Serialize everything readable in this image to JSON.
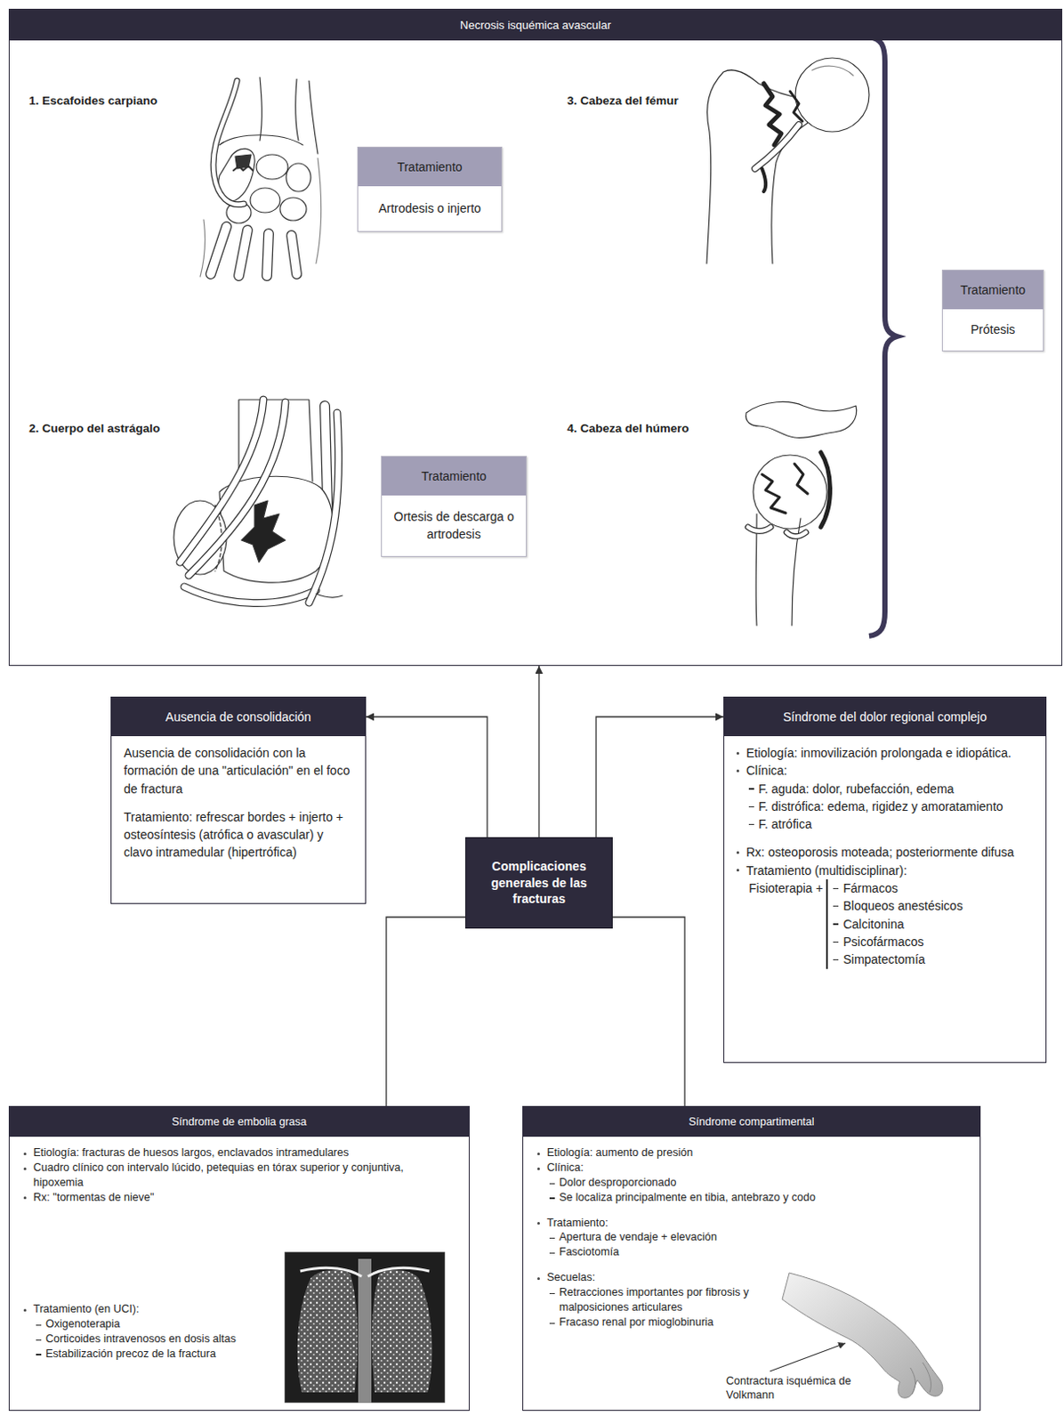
{
  "diagram": {
    "nodes": [
      {
        "text": [
          "Necrosis isquémica avascular"
        ]
      },
      {
        "text": [
          "Tratamiento",
          "Artrodesis o injerto"
        ],
        "in": 0
      },
      {
        "text": [
          "Tratamiento",
          "Ortesis de descarga o artrodesis"
        ],
        "in": 0
      },
      {
        "text": [
          "Tratamiento",
          "Prótesis"
        ],
        "in": 0
      },
      {
        "text": [
          "Ausencia de consolidación",
          "Ausencia de consolidación con la formación de una \"articulación\" en el foco de fractura",
          "Tratamiento: refrescar bordes + injerto + osteosíntesis (atrófica o avascular) y clavo intramedular (hipertrófica)"
        ]
      },
      {
        "text": [
          "Complicaciones generales de las fracturas"
        ]
      },
      {
        "text": [
          "Síndrome del dolor regional complejo",
          "Etiología: inmovilización prolongada e idiopática.",
          "Clínica:",
          "F. aguda: dolor, rubefacción, edema",
          "F. distrófica: edema, rigidez y amoratamiento",
          "F. atrófica",
          "Rx: osteoporosis moteada; posteriormente difusa",
          "Tratamiento (multidisciplinar):",
          "Fisioterapia +",
          "Fármacos",
          "Bloqueos anestésicos",
          "Calcitonina",
          "Psicofármacos",
          "Simpatectomía"
        ]
      },
      {
        "text": [
          "Síndrome de embolia grasa",
          "Etiología: fracturas de huesos largos, enclavados intramedulares",
          "Cuadro clínico con intervalo lúcido, petequias en tórax superior y conjuntiva, hipoxemia",
          "Rx: \"tormentas de nieve\"",
          "Tratamiento (en UCI):",
          "Oxigenoterapia",
          "Corticoides intravenosos en dosis altas",
          "Estabilización precoz de la fractura"
        ]
      },
      {
        "text": [
          "Síndrome compartimental",
          "Etiología: aumento de presión",
          "Clínica:",
          "Dolor desproporcionado",
          "Se localiza principalmente en tibia, antebrazo y codo",
          "Tratamiento:",
          "Apertura de vendaje + elevación",
          "Fasciotomía",
          "Secuelas:",
          "Retracciones importantes por fibrosis y malposiciones articulares",
          "Fracaso renal por mioglobinuria"
        ]
      }
    ],
    "edges": [
      {
        "from": 5,
        "to": 0,
        "arrow": "to"
      },
      {
        "from": 5,
        "to": 4,
        "arrow": "to"
      },
      {
        "from": 5,
        "to": 6,
        "arrow": "to"
      },
      {
        "from": 5,
        "to": 7,
        "arrow": "none"
      },
      {
        "from": 5,
        "to": 8,
        "arrow": "none"
      }
    ],
    "labels": [
      "1. Escafoides carpiano",
      "2. Cuerpo del astrágalo",
      "3. Cabeza del fémur",
      "4. Cabeza del húmero",
      "Contractura isquémica de Volkmann"
    ]
  }
}
